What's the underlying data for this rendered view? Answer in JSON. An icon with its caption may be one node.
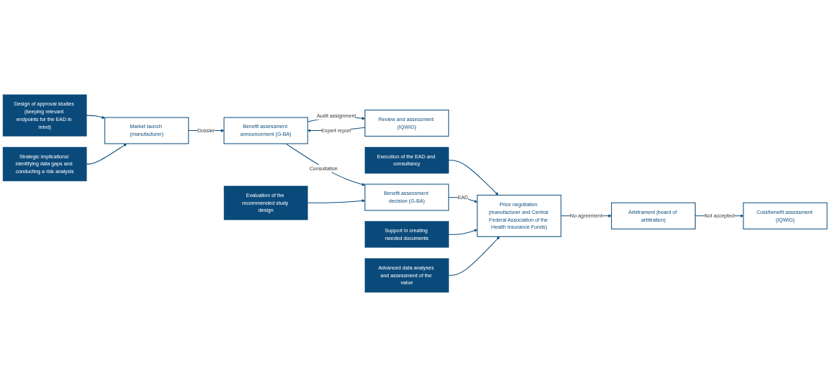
{
  "diagram": {
    "nodes": [
      {
        "text": [
          "Design of approval studies (keeping relevant endpoints for the EAD in mind)"
        ]
      },
      {
        "text": [
          "Review and assessment (IQWIG)"
        ]
      },
      {
        "text": [
          "Execution of the EAD and consultancy"
        ]
      },
      {
        "text": [
          "Market launch (manufacturer)"
        ]
      },
      {
        "text": [
          "Benefit assessment announcement (G-BA)"
        ]
      },
      {
        "text": [
          "Benefit assessment decision (G-BA)"
        ]
      },
      {
        "text": [
          "Price negotiation (manufacturer and Central Federal Association of the Health Insurance Funds)"
        ]
      },
      {
        "text": [
          "Arbitrament (board of arbitration)"
        ]
      },
      {
        "text": [
          "Cost/benefit assessment (IQWIG)"
        ]
      },
      {
        "text": [
          "Strategic implications/ identifying data gaps and conducting a risk analysis"
        ]
      },
      {
        "text": [
          "Evaluation of the recommended study design"
        ]
      },
      {
        "text": [
          "Support in creating needed documents"
        ]
      },
      {
        "text": [
          "Advanced data analyses and assessment of the value"
        ]
      }
    ],
    "edges": [
      {
        "from": 0,
        "to": 3,
        "arrow": "to"
      },
      {
        "from": 4,
        "to": 1,
        "arrow": "to",
        "label": "Audit assignment"
      },
      {
        "from": 1,
        "to": 4,
        "arrow": "to",
        "label": "Expert report"
      },
      {
        "from": 2,
        "to": 6,
        "arrow": "to"
      },
      {
        "from": 3,
        "to": 4,
        "arrow": "to",
        "label": "Dossier"
      },
      {
        "from": 4,
        "to": 5,
        "arrow": "to",
        "label": "Consultation"
      },
      {
        "from": 5,
        "to": 6,
        "arrow": "to",
        "label": "EAD"
      },
      {
        "from": 6,
        "to": 7,
        "arrow": "to",
        "label": "No agreement"
      },
      {
        "from": 7,
        "to": 8,
        "arrow": "to",
        "label": "Not accepted"
      },
      {
        "from": 9,
        "to": 3,
        "arrow": "to"
      },
      {
        "from": 10,
        "to": 5,
        "arrow": "to"
      },
      {
        "from": 11,
        "to": 6,
        "arrow": "to"
      },
      {
        "from": 12,
        "to": 6,
        "arrow": "to"
      }
    ]
  }
}
